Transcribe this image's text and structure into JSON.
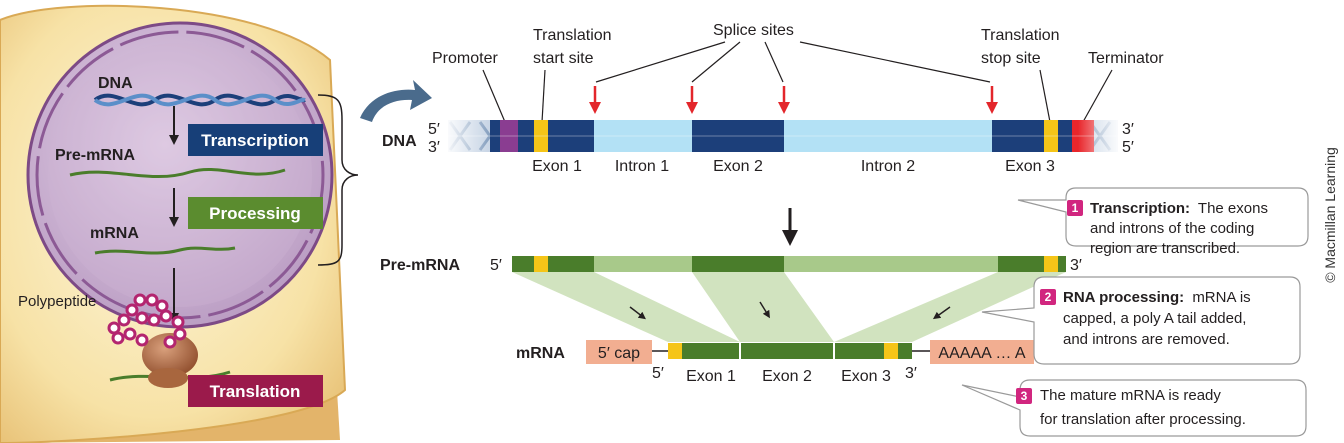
{
  "cell": {
    "dna_label": "DNA",
    "pre_mrna_label": "Pre-mRNA",
    "mrna_label": "mRNA",
    "polypeptide_label": "Polypeptide",
    "steps": {
      "transcription": "Transcription",
      "processing": "Processing",
      "translation": "Translation"
    }
  },
  "gene": {
    "dna_label": "DNA",
    "top_labels": {
      "promoter": "Promoter",
      "start_line1": "Translation",
      "start_line2": "start site",
      "splice_sites": "Splice sites",
      "stop_line1": "Translation",
      "stop_line2": "stop site",
      "terminator": "Terminator"
    },
    "ends": {
      "top_left": "5′",
      "bottom_left": "3′",
      "top_right": "3′",
      "bottom_right": "5′"
    },
    "regions": [
      "Exon 1",
      "Intron 1",
      "Exon 2",
      "Intron 2",
      "Exon 3"
    ]
  },
  "pre_mrna": {
    "label": "Pre-mRNA",
    "left_end": "5′",
    "right_end": "3′"
  },
  "mrna": {
    "label": "mRNA",
    "cap": "5′ cap",
    "tail": "AAAAA … A",
    "left_end": "5′",
    "right_end": "3′",
    "exons": [
      "Exon 1",
      "Exon 2",
      "Exon 3"
    ]
  },
  "callouts": [
    {
      "number": "1",
      "bold": "Transcription:",
      "line1": "The exons",
      "line2": "and introns of the coding",
      "line3": "region are transcribed."
    },
    {
      "number": "2",
      "bold": "RNA processing:",
      "line1": "mRNA is",
      "line2": "capped, a poly A tail added,",
      "line3": "and introns are removed."
    },
    {
      "number": "3",
      "line1": "The mature mRNA is ready",
      "line2": "for translation after processing."
    }
  ],
  "copyright": "© Macmillan Learning",
  "colors": {
    "exon": "#1c3f7a",
    "intron": "#b3e1f5",
    "start_stop": "#f5c518",
    "promoter": "#8a3d91",
    "terminator": "#e8262b",
    "rna_green": "#4a7d2b",
    "rna_light": "#a8c98a",
    "badge": "#d1267f",
    "transcription_box": "#173f78",
    "processing_box": "#5b8c2f",
    "translation_box": "#9b1a4b",
    "splice_arrow": "#e3262b"
  }
}
